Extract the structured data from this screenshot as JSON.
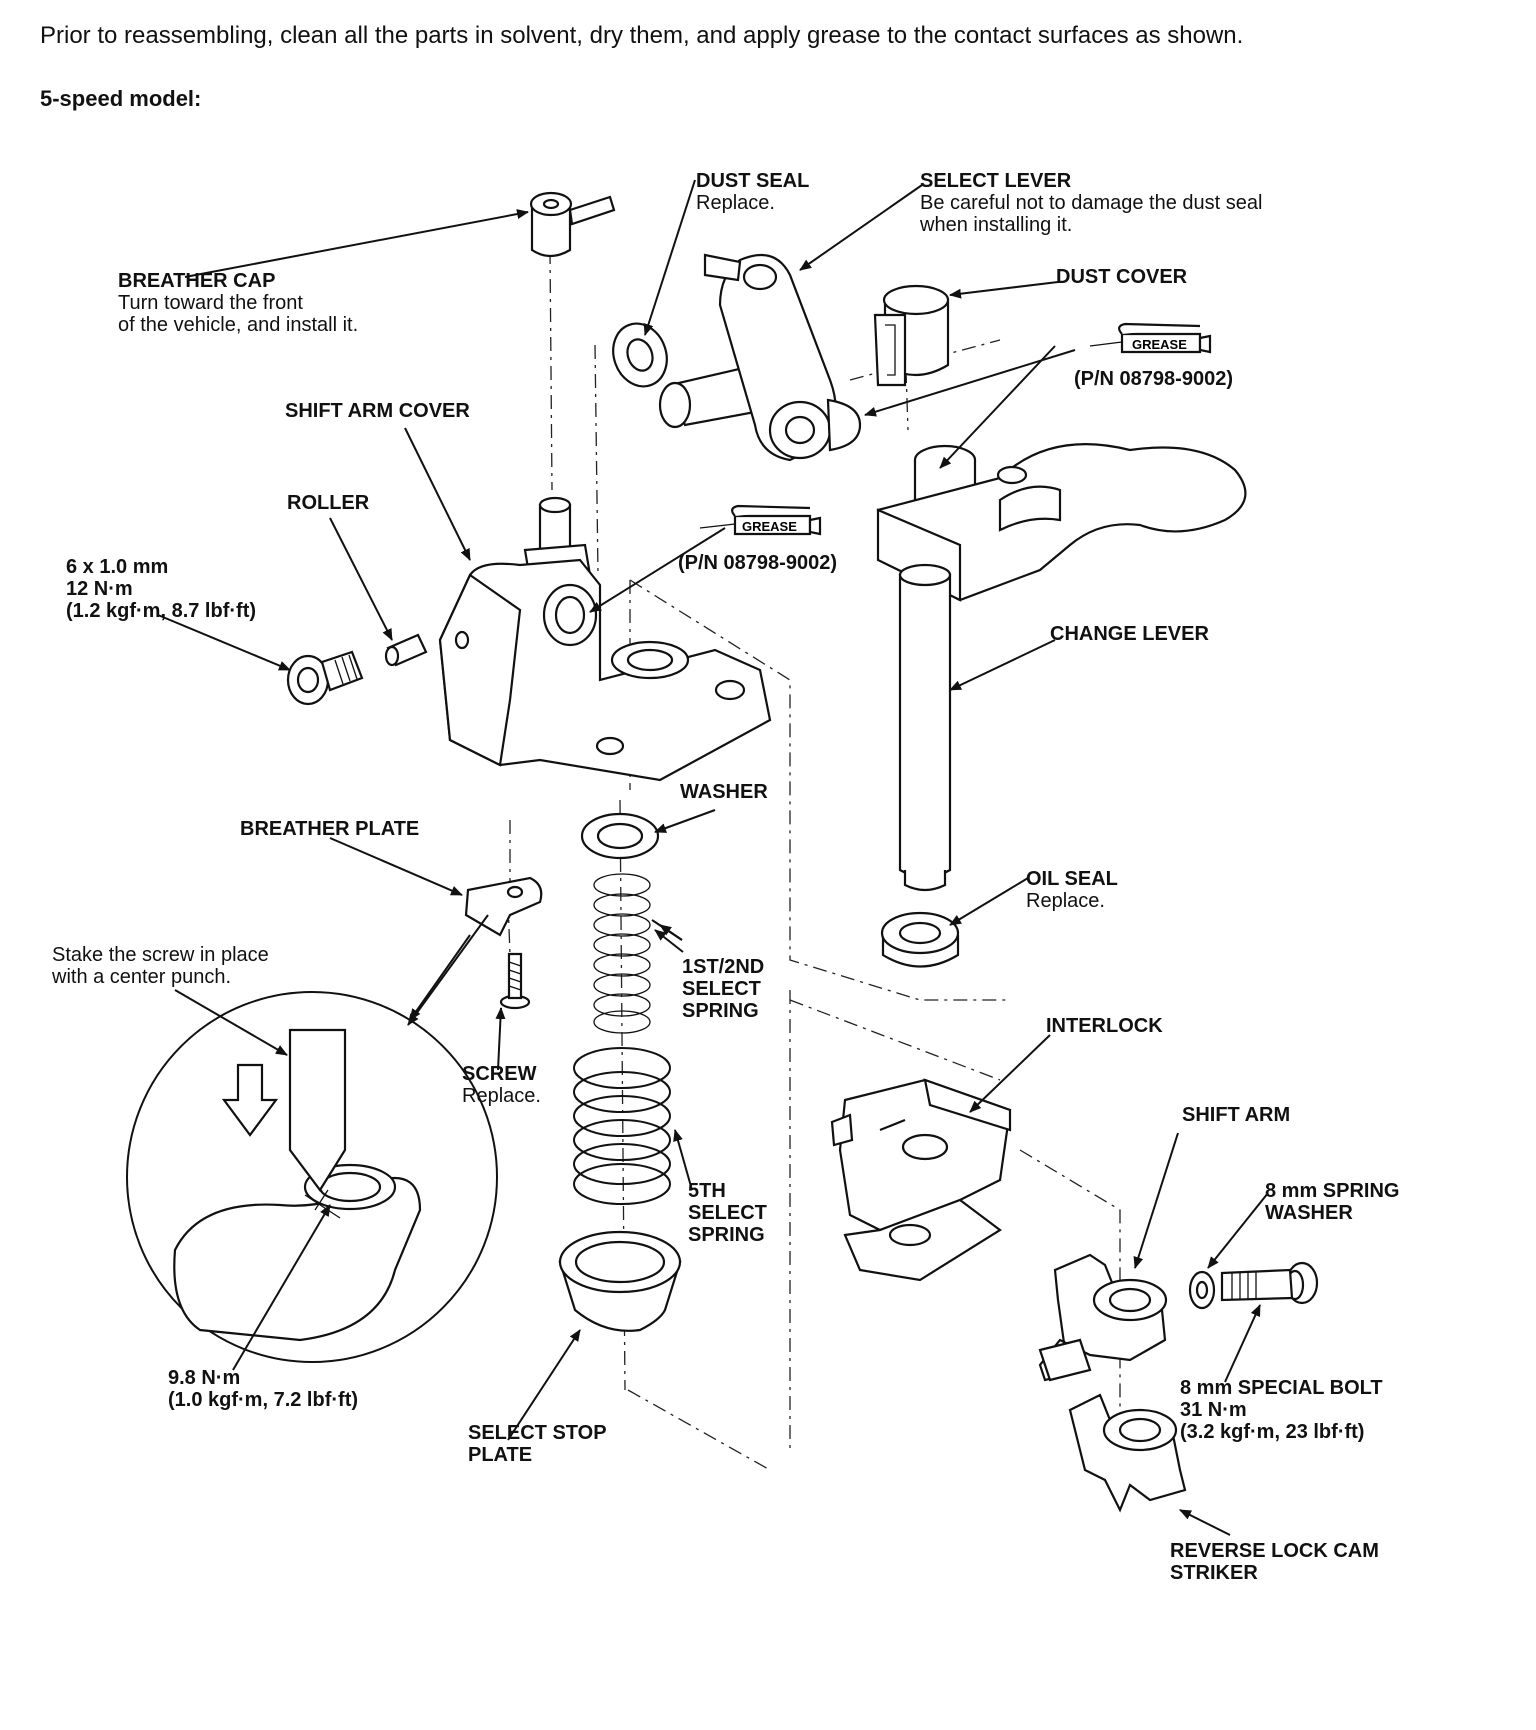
{
  "intro": "Prior to reassembling, clean all the parts in solvent, dry them, and apply grease to the contact surfaces as shown.",
  "model": "5-speed model:",
  "labels": {
    "breather_cap": {
      "title": "BREATHER CAP",
      "note1": "Turn toward the front",
      "note2": "of the vehicle, and install it."
    },
    "dust_seal": {
      "title": "DUST SEAL",
      "note": "Replace."
    },
    "select_lever": {
      "title": "SELECT LEVER",
      "note1": "Be careful not to damage the dust seal",
      "note2": "when installing it."
    },
    "dust_cover": {
      "title": "DUST COVER"
    },
    "grease_top": {
      "tag": "GREASE",
      "part_no": "(P/N 08798-9002)"
    },
    "grease_mid": {
      "tag": "GREASE",
      "part_no": "(P/N 08798-9002)"
    },
    "shift_arm_cover": {
      "title": "SHIFT ARM COVER"
    },
    "roller": {
      "title": "ROLLER"
    },
    "bolt_6mm": {
      "size": "6 x 1.0 mm",
      "torque": "12 N·m",
      "torque_alt": "(1.2 kgf·m, 8.7 lbf·ft)"
    },
    "change_lever": {
      "title": "CHANGE LEVER"
    },
    "washer": {
      "title": "WASHER"
    },
    "breather_plate": {
      "title": "BREATHER PLATE"
    },
    "oil_seal": {
      "title": "OIL SEAL",
      "note": "Replace."
    },
    "stake_note": {
      "line1": "Stake the screw in place",
      "line2": "with a center punch."
    },
    "select_spring_12": {
      "line1": "1ST/2ND",
      "line2": "SELECT",
      "line3": "SPRING"
    },
    "screw": {
      "title": "SCREW",
      "note": "Replace."
    },
    "interlock": {
      "title": "INTERLOCK"
    },
    "shift_arm": {
      "title": "SHIFT ARM"
    },
    "spring_washer": {
      "line1": "8 mm SPRING",
      "line2": "WASHER"
    },
    "select_spring_5": {
      "line1": "5TH",
      "line2": "SELECT",
      "line3": "SPRING"
    },
    "screw_torque": {
      "torque": "9.8 N·m",
      "torque_alt": "(1.0 kgf·m, 7.2 lbf·ft)"
    },
    "special_bolt": {
      "title": "8 mm SPECIAL BOLT",
      "torque": "31 N·m",
      "torque_alt": "(3.2 kgf·m, 23 lbf·ft)"
    },
    "select_stop_plate": {
      "line1": "SELECT STOP",
      "line2": "PLATE"
    },
    "reverse_lock": {
      "line1": "REVERSE LOCK CAM",
      "line2": "STRIKER"
    }
  }
}
